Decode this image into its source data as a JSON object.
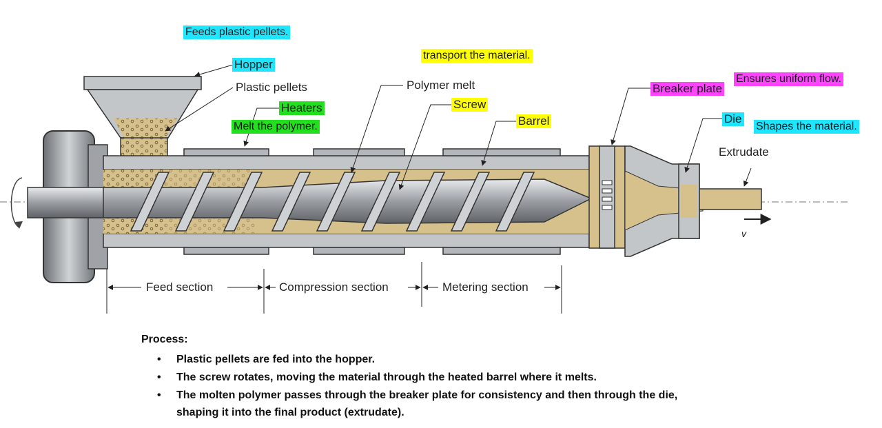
{
  "colors": {
    "cyan": "#1fe6ff",
    "yellow": "#ffff00",
    "green": "#22e01e",
    "magenta": "#ff44ff",
    "steel": "#b9bdc2",
    "melt": "#d6c08c",
    "barrel_outline": "#333333"
  },
  "annotations": {
    "feeds": "Feeds plastic pellets.",
    "transport": "transport the material.",
    "melt": "Melt the polymer.",
    "uniform": "Ensures uniform flow.",
    "shapes": "Shapes the material."
  },
  "labels": {
    "hopper": "Hopper",
    "plastic_pellets": "Plastic pellets",
    "heaters": "Heaters",
    "polymer_melt": "Polymer melt",
    "screw": "Screw",
    "barrel": "Barrel",
    "breaker_plate": "Breaker plate",
    "die": "Die",
    "extrudate": "Extrudate",
    "velocity": "v",
    "feed_section": "Feed section",
    "compression_section": "Compression section",
    "metering_section": "Metering section"
  },
  "process": {
    "title": "Process:",
    "bullet": "•",
    "items": [
      "Plastic pellets are fed into the hopper.",
      "The screw rotates, moving the material through the heated barrel where it melts.",
      "The molten polymer passes through the breaker plate for consistency and then through the die,"
    ],
    "item3_continuation": "shaping it into the final product (extrudate)."
  }
}
